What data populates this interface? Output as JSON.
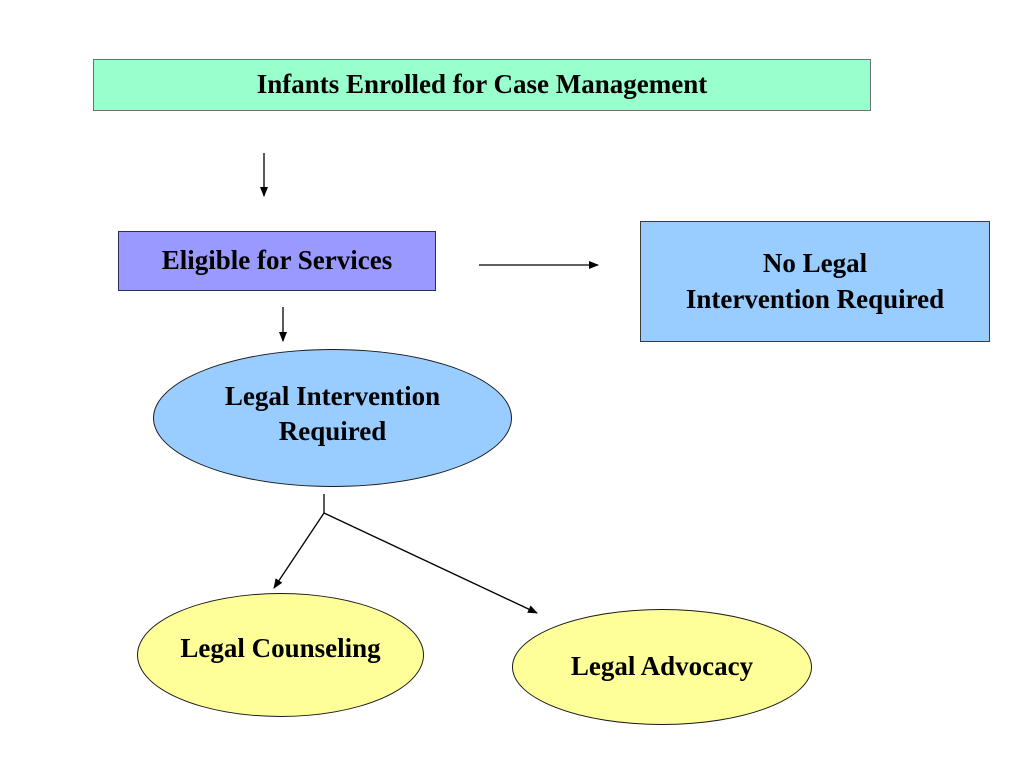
{
  "colors": {
    "top_box_fill": "#99ffcc",
    "eligible_fill": "#9999ff",
    "no_legal_fill": "#99ccff",
    "required_fill": "#99ccff",
    "outcome_fill": "#ffff99",
    "line": "#000000"
  },
  "nodes": {
    "enrolled": "Infants Enrolled for Case Management",
    "eligible": "Eligible for Services",
    "no_legal": {
      "line1": "No Legal",
      "line2": "Intervention Required"
    },
    "required": {
      "line1": "Legal Intervention",
      "line2": "Required"
    },
    "counseling": "Legal Counseling",
    "advocacy": "Legal Advocacy"
  }
}
